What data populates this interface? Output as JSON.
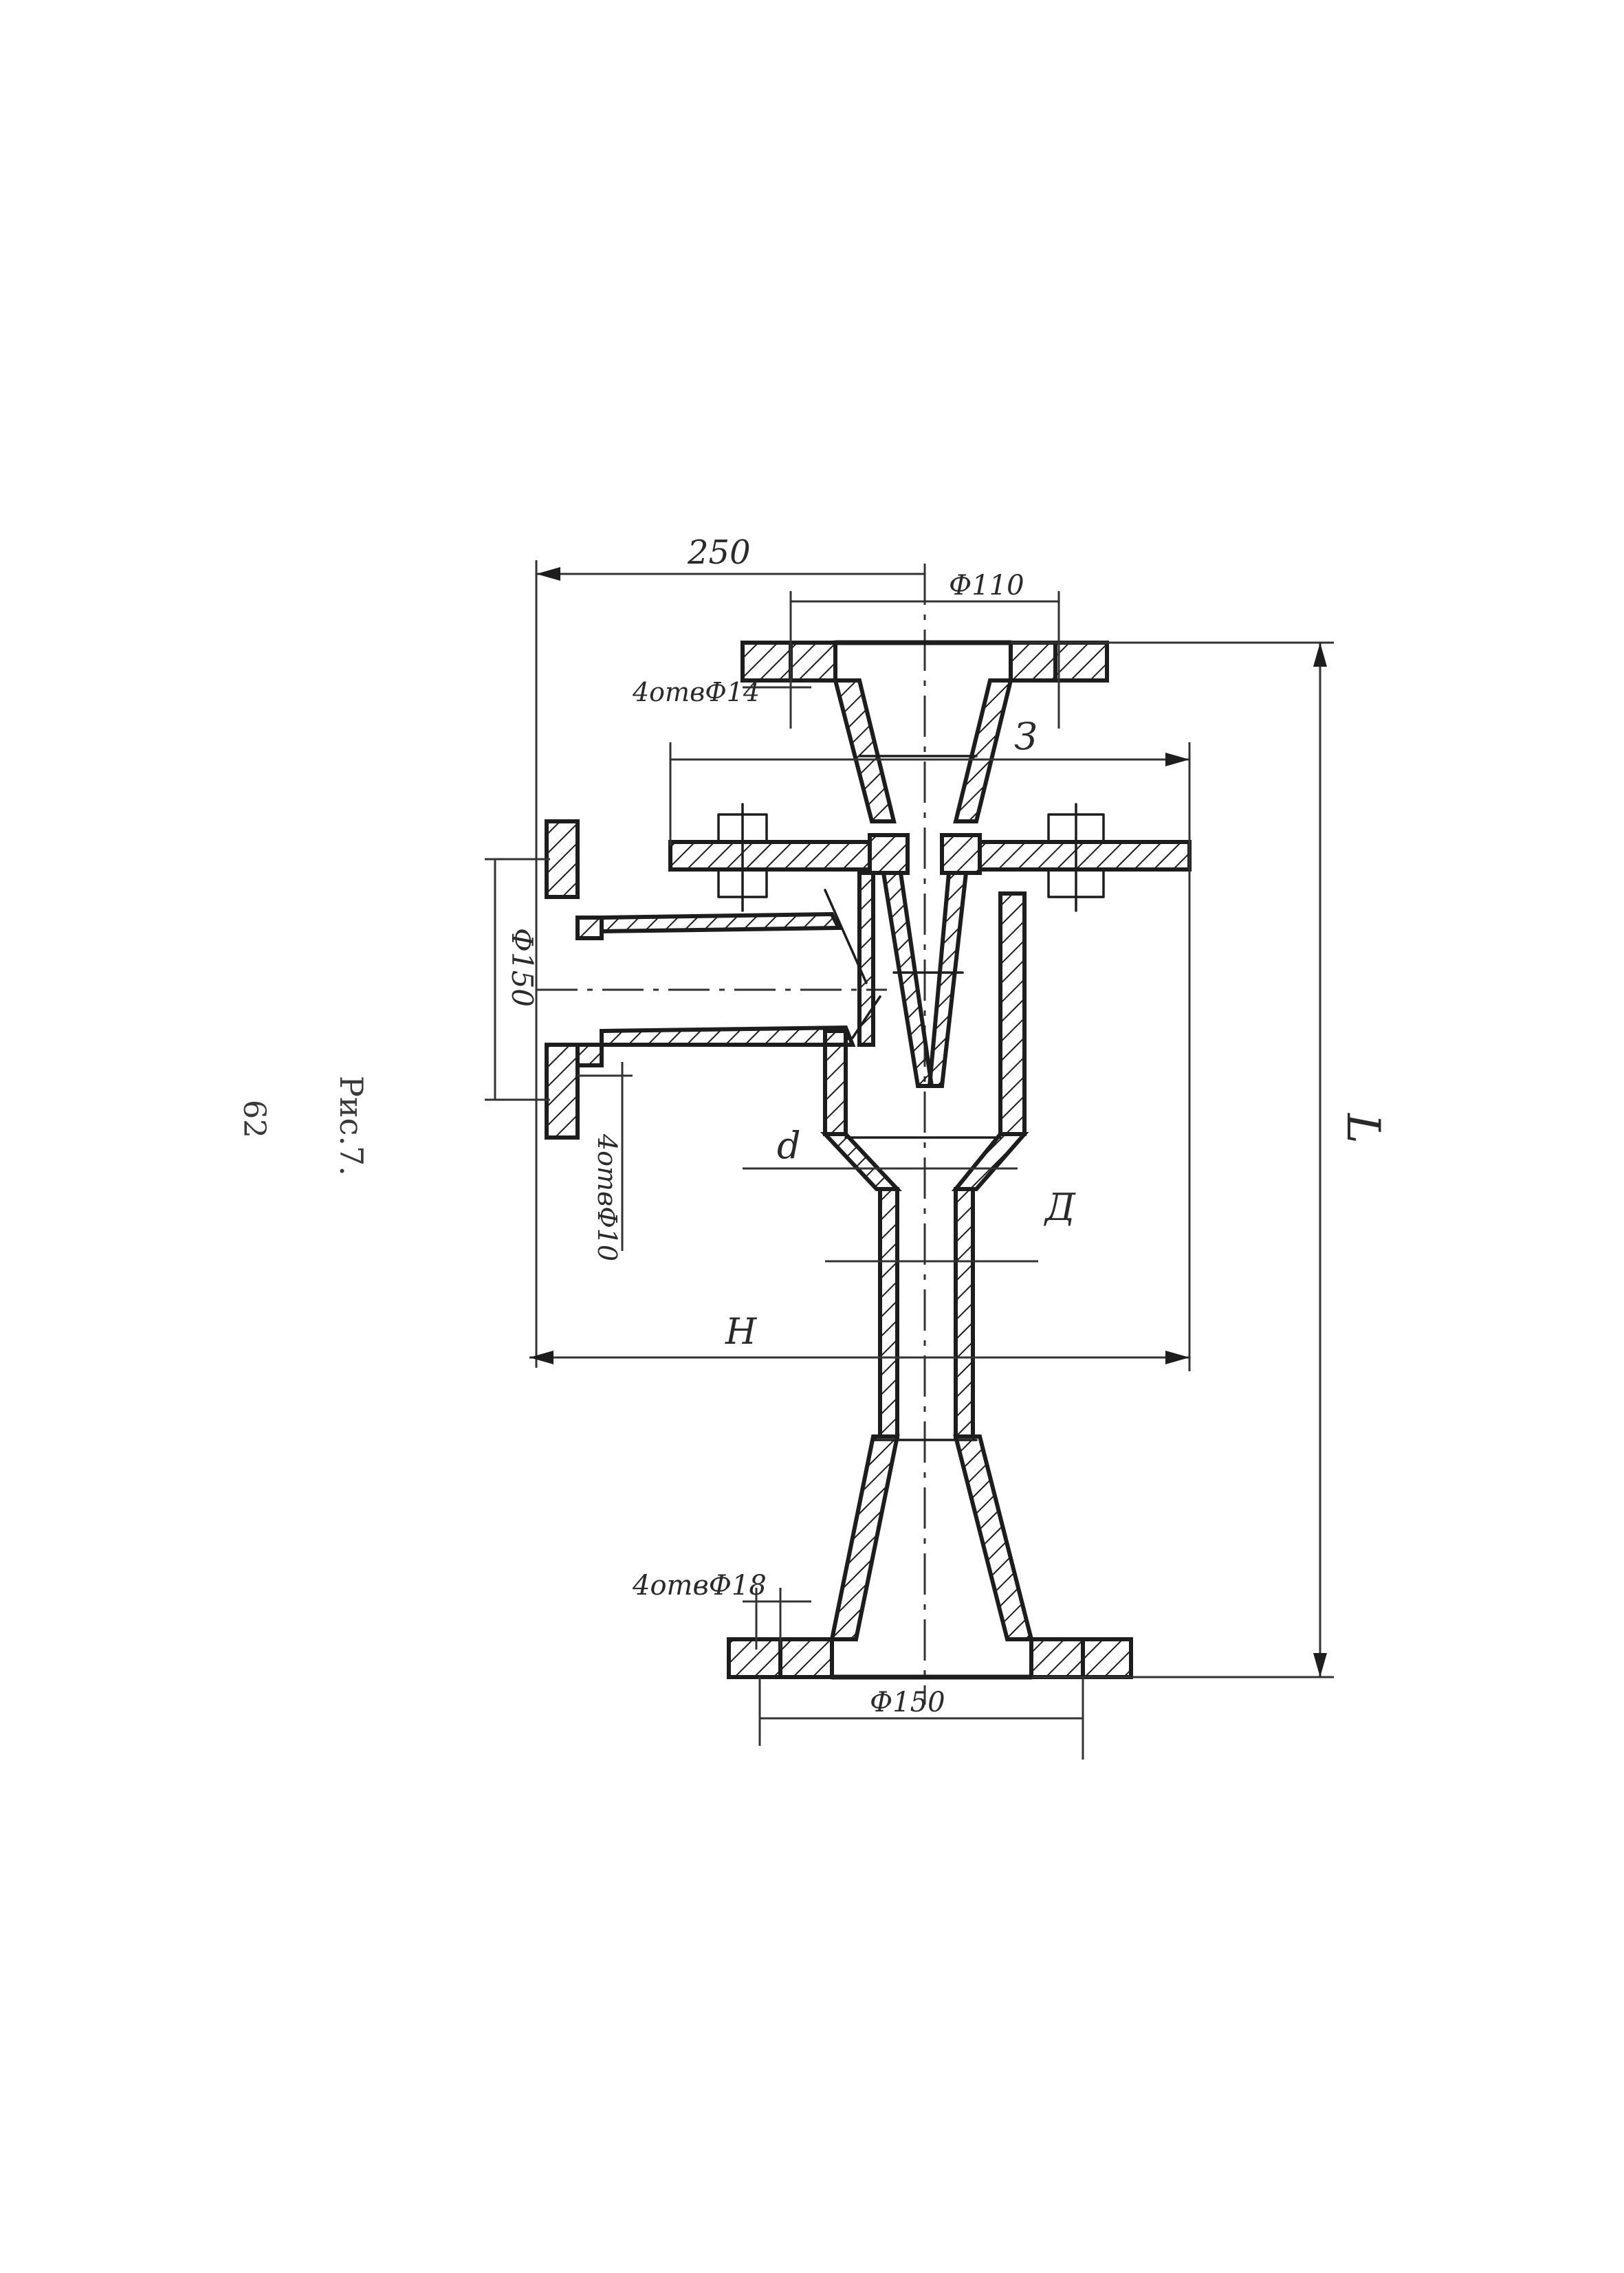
{
  "drawing": {
    "dimensions": {
      "overall_width": "250",
      "top_flange_diameter": "Ф110",
      "top_holes": "4отвФ14",
      "z_dim": "З",
      "side_flange_diameter": "Ф150",
      "side_holes": "4отвФ10",
      "height_H": "Н",
      "length_L": "L",
      "throat_d": "d",
      "diameter_D": "Д",
      "bottom_holes": "4отвФ18",
      "bottom_flange_diameter": "Ф150"
    },
    "caption": "Рис.7.",
    "page_number": "62"
  }
}
